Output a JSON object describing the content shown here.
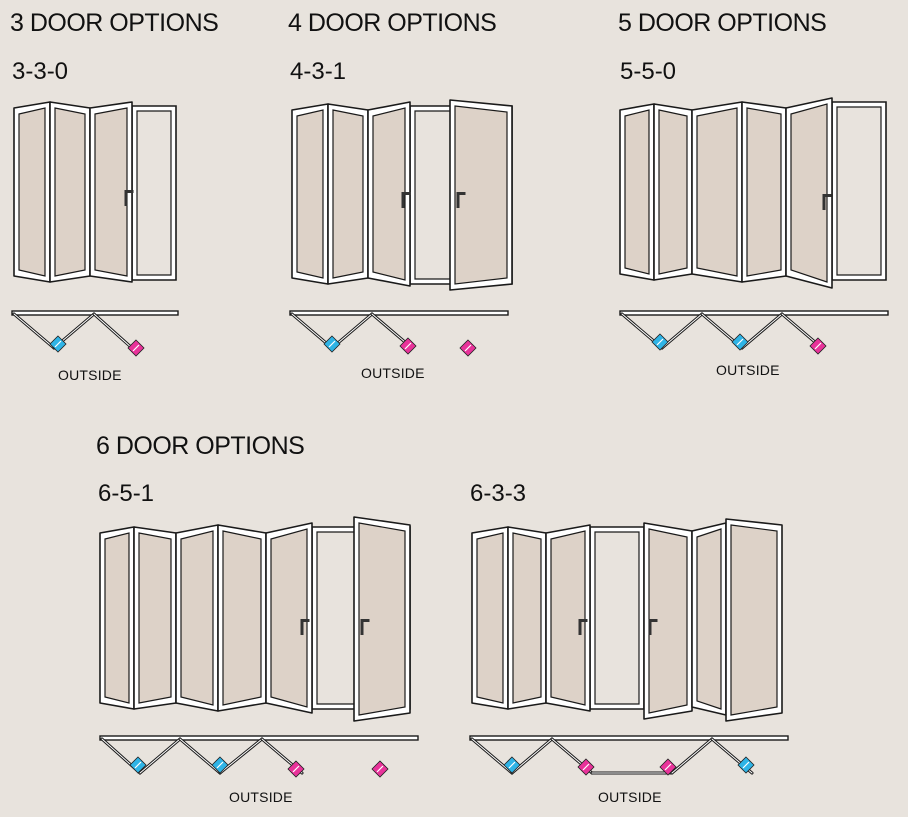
{
  "colors": {
    "background": "#e8e3dd",
    "glass": "#ddd2c8",
    "frame": "#ffffff",
    "stroke": "#1a1a1a",
    "marker_inward": "#2fb4e6",
    "marker_outward": "#e8339a"
  },
  "groups": [
    {
      "heading": "3 DOOR OPTIONS"
    },
    {
      "heading": "4 DOOR OPTIONS"
    },
    {
      "heading": "5 DOOR OPTIONS"
    },
    {
      "heading": "6 DOOR OPTIONS"
    }
  ],
  "configs": [
    {
      "code": "3-3-0",
      "outside_label": "OUTSIDE",
      "panels": 3,
      "left_fold": 3,
      "right_fold": 0,
      "markers": [
        "inward",
        "outward"
      ]
    },
    {
      "code": "4-3-1",
      "outside_label": "OUTSIDE",
      "panels": 4,
      "left_fold": 3,
      "right_fold": 1,
      "markers": [
        "inward",
        "outward",
        "outward"
      ]
    },
    {
      "code": "5-5-0",
      "outside_label": "OUTSIDE",
      "panels": 5,
      "left_fold": 5,
      "right_fold": 0,
      "markers": [
        "inward",
        "inward",
        "outward"
      ]
    },
    {
      "code": "6-5-1",
      "outside_label": "OUTSIDE",
      "panels": 6,
      "left_fold": 5,
      "right_fold": 1,
      "markers": [
        "inward",
        "inward",
        "outward",
        "outward"
      ]
    },
    {
      "code": "6-3-3",
      "outside_label": "OUTSIDE",
      "panels": 6,
      "left_fold": 3,
      "right_fold": 3,
      "markers": [
        "inward",
        "outward",
        "outward",
        "inward"
      ]
    }
  ]
}
